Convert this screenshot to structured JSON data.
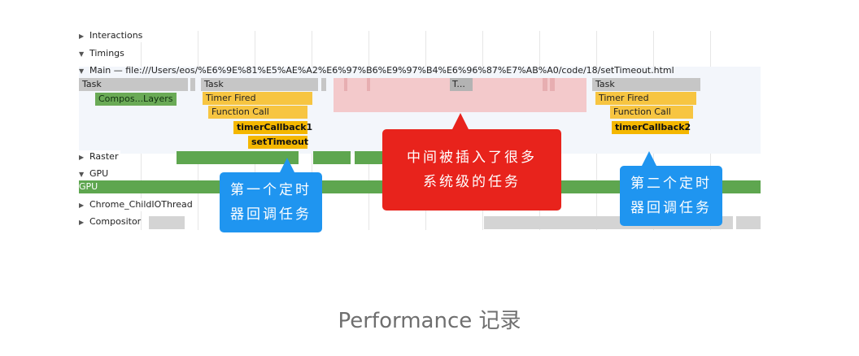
{
  "tracks": {
    "interactions": "Interactions",
    "timings": "Timings",
    "main": "Main — file:///Users/eos/%E6%9E%81%E5%AE%A2%E6%97%B6%E9%97%B4%E6%96%87%E7%AB%A0/code/18/setTimeout.html",
    "raster": "Raster",
    "gpu": "GPU",
    "gpu_bar": "GPU",
    "chrome_io": "Chrome_ChildIOThread",
    "compositor": "Compositor"
  },
  "blocks": {
    "task1": "Task",
    "task2": "Task",
    "task3": "T...",
    "task4": "Task",
    "composite_layers": "Compos...Layers",
    "timer_fired_1": "Timer Fired",
    "function_call_1": "Function Call",
    "timer_callback_1": "timerCallback1",
    "set_timeout": "setTimeout",
    "timer_fired_2": "Timer Fired",
    "function_call_2": "Function Call",
    "timer_callback_2": "timerCallback2"
  },
  "callouts": {
    "first_timer": {
      "line1": "第一个定时",
      "line2": "器回调任务"
    },
    "inserted_tasks": {
      "line1": "中间被插入了很多",
      "line2": "系统级的任务"
    },
    "second_timer": {
      "line1": "第二个定时",
      "line2": "器回调任务"
    }
  },
  "caption": "Performance 记录",
  "colors": {
    "callout_blue": "#1f95f0",
    "callout_red": "#e8231c",
    "task_gray": "#c6c6c6",
    "timer_orange": "#f7c541",
    "raster_green": "#5ea64f",
    "inserted_pink": "#f3c9cb"
  }
}
